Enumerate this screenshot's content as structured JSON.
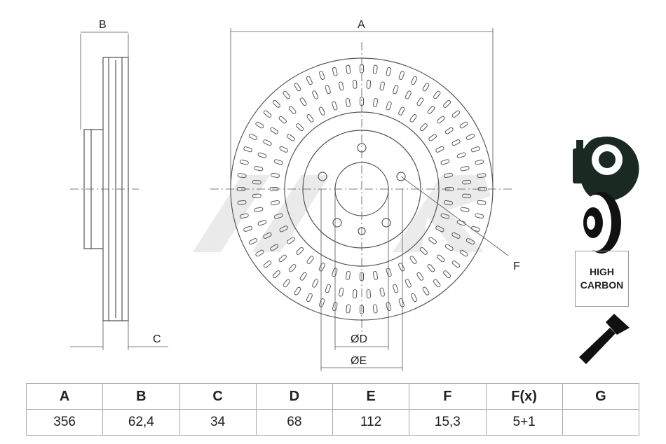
{
  "labels": {
    "A": "A",
    "B": "B",
    "C": "C",
    "D": "ØD",
    "E": "ØE",
    "F": "F"
  },
  "badge": {
    "line1": "HIGH",
    "line2": "CARBON"
  },
  "icons": [
    "coated-disc-spray-icon",
    "vented-disc-icon",
    "high-carbon-badge",
    "screw-icon"
  ],
  "table": {
    "headers": [
      "A",
      "B",
      "C",
      "D",
      "E",
      "F",
      "F(x)",
      "G"
    ],
    "values": [
      "356",
      "62,4",
      "34",
      "68",
      "112",
      "15,3",
      "5+1",
      ""
    ]
  }
}
